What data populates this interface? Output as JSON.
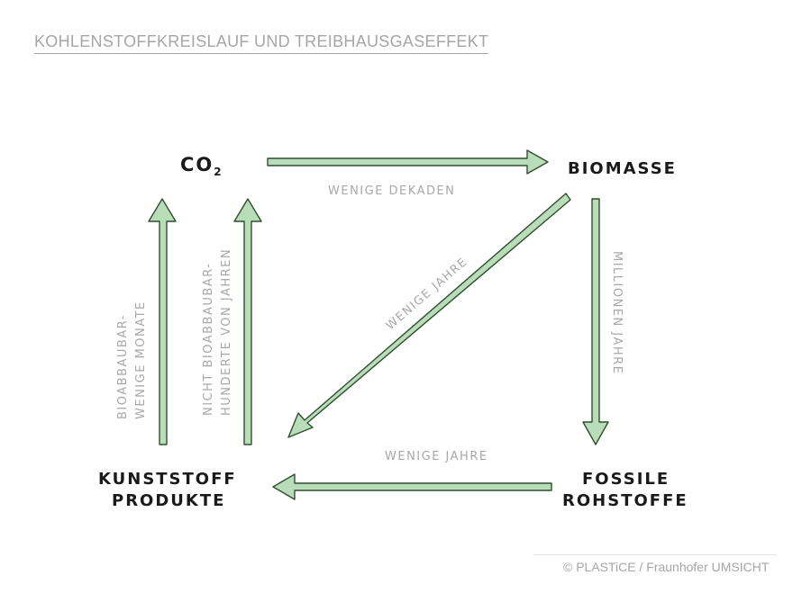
{
  "title": "KOHLENSTOFFKREISLAUF UND TREIBHAUSGASEFFEKT",
  "nodes": {
    "co2": {
      "main": "CO",
      "sub": "2"
    },
    "biomasse": "BIOMASSE",
    "kunststoff": {
      "line1": "KUNSTSTOFF",
      "line2": "PRODUKTE"
    },
    "fossile": {
      "line1": "FOSSILE",
      "line2": "ROHSTOFFE"
    }
  },
  "edges": {
    "co2_to_biomasse": "WENIGE DEKADEN",
    "biomasse_to_kunststoff": "WENIGE JAHRE",
    "biomasse_to_fossile": "MILLIONEN JAHRE",
    "fossile_to_kunststoff": "WENIGE JAHRE",
    "bioabbaubar": {
      "line1": "BIOABBAUBAR-",
      "line2": "WENIGE MONATE"
    },
    "nicht_bioabbaubar": {
      "line1": "NICHT BIOABBAUBAR-",
      "line2": "HUNDERTE VON JAHREN"
    }
  },
  "credit": "© PLASTiCE / Fraunhofer UMSICHT",
  "colors": {
    "arrow_fill": "#b9dcb9",
    "arrow_stroke": "#2f4f2f",
    "label_gray": "#a8a8a8"
  }
}
